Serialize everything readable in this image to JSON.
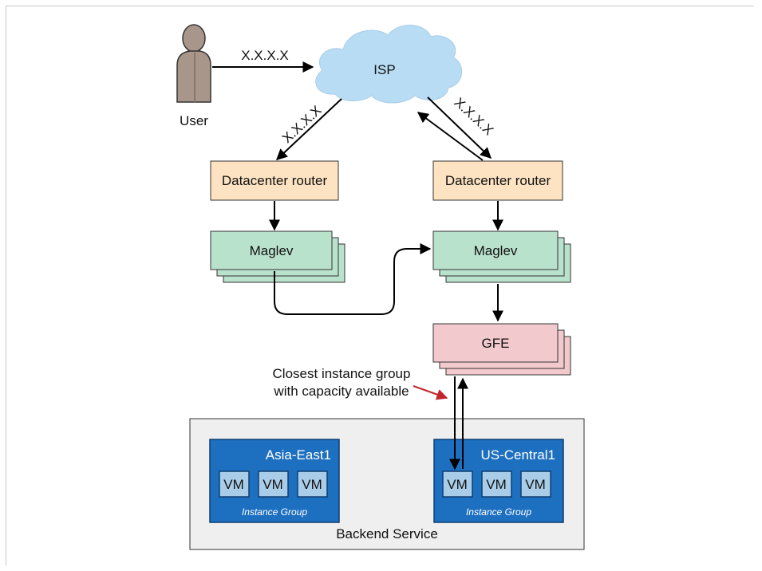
{
  "user": {
    "label": "User"
  },
  "edges": {
    "user_to_isp": "X.X.X.X",
    "isp_to_left": "X.X.X.X",
    "isp_to_right": "X.X.X.X"
  },
  "isp": {
    "label": "ISP"
  },
  "left": {
    "router": "Datacenter router",
    "maglev": "Maglev"
  },
  "right": {
    "router": "Datacenter router",
    "maglev": "Maglev",
    "gfe": "GFE"
  },
  "annotation": {
    "line1": "Closest instance group",
    "line2": "with capacity available"
  },
  "backend": {
    "label": "Backend Service",
    "groups": [
      {
        "region": "Asia-East1",
        "vms": [
          "VM",
          "VM",
          "VM"
        ],
        "caption": "Instance Group"
      },
      {
        "region": "US-Central1",
        "vms": [
          "VM",
          "VM",
          "VM"
        ],
        "caption": "Instance Group"
      }
    ]
  },
  "colors": {
    "router_fill": "#fde3c2",
    "maglev_fill": "#b9e2cd",
    "gfe_fill": "#f2c9cc",
    "group_fill": "#1d6fbf",
    "vm_fill": "#a9cde8",
    "backend_fill": "#efefef",
    "cloud_fill": "#b7dcf4",
    "annotation_arrow": "#c0272d"
  }
}
